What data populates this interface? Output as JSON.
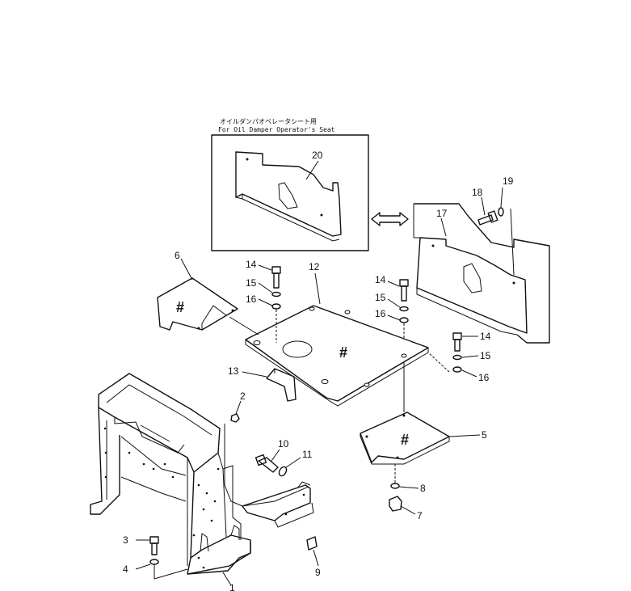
{
  "inset": {
    "caption_jp": "オイルダンパオペレータシート用",
    "caption_en": "For Oil Damper Operator's Seat"
  },
  "labels": {
    "p1": "1",
    "p2": "2",
    "p3": "3",
    "p4": "4",
    "p5": "5",
    "p6": "6",
    "p7": "7",
    "p8": "8",
    "p9": "9",
    "p10": "10",
    "p11": "11",
    "p12": "12",
    "p13": "13",
    "p14a": "14",
    "p14b": "14",
    "p14c": "14",
    "p15a": "15",
    "p15b": "15",
    "p15c": "15",
    "p16a": "16",
    "p16b": "16",
    "p16c": "16",
    "p17": "17",
    "p18": "18",
    "p19": "19",
    "p20": "20"
  },
  "marks": {
    "hash6": "#",
    "hash12": "#",
    "hash5": "#"
  }
}
